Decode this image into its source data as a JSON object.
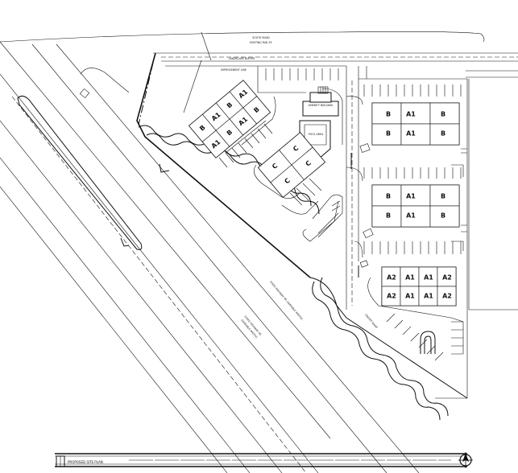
{
  "title_block": {
    "title": "PROPOSED SITE PLAN"
  },
  "road_labels": {
    "north_road": "SOUTH ROAD",
    "north_row": "EXISTING R/W 33'",
    "landscape_north": "LANDSCAPE BUFFER",
    "improvement_line": "IMPROVEMENT LINE",
    "highway_row": "STATE HIGHWAY 99 (VARIABLE WIDTH)",
    "highway_name": "STATE HIGHWAY 99",
    "highway_sub": "(VARIABLE WIDTH)",
    "ramp_label": "ON/OFF RAMP"
  },
  "amenity": {
    "label": "AMENITY BUILDING",
    "sub_label": "POOL AREA"
  },
  "buildings": {
    "west": {
      "units": [
        "B",
        "A1",
        "B",
        "A1",
        "A1",
        "B",
        "A1",
        "B"
      ]
    },
    "center": {
      "units": [
        "C",
        "C",
        "C",
        "C"
      ]
    },
    "east_1": {
      "units": [
        "B",
        "A1",
        "B",
        "B",
        "A1",
        "B"
      ]
    },
    "east_2": {
      "units": [
        "B",
        "A1",
        "B",
        "B",
        "A1",
        "B"
      ]
    },
    "east_3": {
      "units": [
        "A2",
        "A1",
        "A1",
        "A2",
        "A2",
        "A1",
        "A1",
        "A2"
      ]
    }
  },
  "icons": {
    "north_arrow": "north-arrow-icon",
    "scale_bar": "scale-bar"
  }
}
